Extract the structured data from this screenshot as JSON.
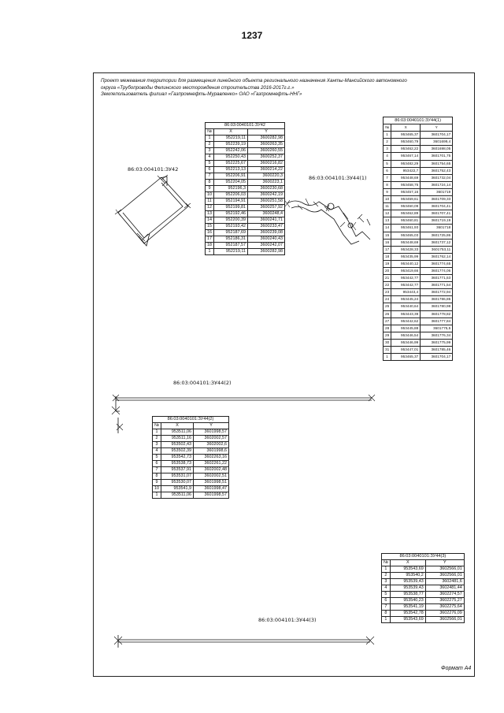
{
  "page_number": "1237",
  "header": {
    "line1": "Проект межевания территории для размещения линейного объекта регионального назначения Ханты-Мансийского автономного",
    "line2": "округа «Трубопроводы Фелинского месторождения строительства 2016-2017г.г.»",
    "line3": "Землепользователь филиал «Газпромнефть-Муравленко» ОАО «Газпромнефть-ННГ»"
  },
  "labels": {
    "zu42": "86:03:004101:ЗУ42",
    "zu44_1": "86:03:004101:ЗУ44(1)",
    "zu44_2": "86:03:004101:ЗУ44(2)",
    "zu44_3": "86:03:004101:ЗУ44(3)"
  },
  "columns": {
    "n": "№",
    "x": "X",
    "y": "Y"
  },
  "tables": {
    "zu42": {
      "title": "86:03:0040101:ЗУ42",
      "rows": [
        [
          "1",
          "952219,11",
          "3600282,98"
        ],
        [
          "2",
          "952239,19",
          "3600263,35"
        ],
        [
          "3",
          "952242,06",
          "3600260,55"
        ],
        [
          "4",
          "952250,43",
          "3600252,37"
        ],
        [
          "5",
          "952225,67",
          "3600216,82"
        ],
        [
          "6",
          "952213,13",
          "3600214,22"
        ],
        [
          "7",
          "952206,91",
          "3600220,3"
        ],
        [
          "8",
          "952204,05",
          "3600223,1"
        ],
        [
          "9",
          "952196,3",
          "3600230,68"
        ],
        [
          "10",
          "952206,03",
          "3600242,19"
        ],
        [
          "11",
          "952194,91",
          "3600251,58"
        ],
        [
          "12",
          "952199,81",
          "3600257,92"
        ],
        [
          "13",
          "952192,46",
          "3600248,4"
        ],
        [
          "14",
          "952200,39",
          "3600241,71"
        ],
        [
          "15",
          "952193,42",
          "3600233,47"
        ],
        [
          "16",
          "952187,69",
          "3600239,08"
        ],
        [
          "17",
          "952186,31",
          "3600240,43"
        ],
        [
          "18",
          "952187,57",
          "3600242,07"
        ],
        [
          "1",
          "952219,11",
          "3600282,98"
        ]
      ]
    },
    "zu44_1": {
      "title": "86:03:0040101:ЗУ44(1)",
      "rows": [
        [
          "1",
          "953465,37",
          "3601704,17"
        ],
        [
          "2",
          "953460,79",
          "3601699,4"
        ],
        [
          "3",
          "953462,22",
          "3601698,05"
        ],
        [
          "4",
          "953467,14",
          "3601701,75"
        ],
        [
          "5",
          "953482,29",
          "3601754,65"
        ],
        [
          "6",
          "953422,7",
          "3601752,43"
        ],
        [
          "7",
          "953448,69",
          "3601732,04"
        ],
        [
          "8",
          "953458,75",
          "3601724,14"
        ],
        [
          "9",
          "953457,16",
          "3601719"
        ],
        [
          "10",
          "953459,61",
          "3601709,33"
        ],
        [
          "11",
          "953460,09",
          "3601704,41"
        ],
        [
          "12",
          "953462,89",
          "3601707,41"
        ],
        [
          "13",
          "953460,81",
          "3601719,19"
        ],
        [
          "14",
          "953461,93",
          "3601718"
        ],
        [
          "15",
          "953465,03",
          "3601725,86"
        ],
        [
          "16",
          "953448,69",
          "3601737,12"
        ],
        [
          "17",
          "953428,33",
          "3601753,11"
        ],
        [
          "18",
          "953435,99",
          "3601762,14"
        ],
        [
          "19",
          "953440,12",
          "3601774,65"
        ],
        [
          "20",
          "953419,66",
          "3601774,06"
        ],
        [
          "21",
          "953442,77",
          "3601771,53"
        ],
        [
          "22",
          "953442,77",
          "3601771,54"
        ],
        [
          "23",
          "953443,4",
          "3601772,94"
        ],
        [
          "24",
          "953445,24",
          "3601786,85"
        ],
        [
          "25",
          "953440,64",
          "3601780,98"
        ],
        [
          "26",
          "953443,39",
          "3601778,82"
        ],
        [
          "27",
          "953442,62",
          "3601777,84"
        ],
        [
          "28",
          "953445,88",
          "3601775,5"
        ],
        [
          "29",
          "953446,54",
          "3601776,34"
        ],
        [
          "30",
          "953446,99",
          "3601775,99"
        ],
        [
          "31",
          "953447,01",
          "3601785,46"
        ],
        [
          "1",
          "953465,37",
          "3601704,17"
        ]
      ]
    },
    "zu44_2": {
      "title": "86:03:0040101:ЗУ44(2)",
      "rows": [
        [
          "1",
          "953511,06",
          "3601998,57"
        ],
        [
          "2",
          "953511,16",
          "3602002,57"
        ],
        [
          "3",
          "953502,43",
          "3602002,6"
        ],
        [
          "4",
          "953502,39",
          "3601998,6"
        ],
        [
          "5",
          "953542,73",
          "3602263,16"
        ],
        [
          "6",
          "953538,73",
          "3602261,22"
        ],
        [
          "7",
          "953537,91",
          "3602002,48"
        ],
        [
          "8",
          "953531,07",
          "3602002,51"
        ],
        [
          "9",
          "953530,07",
          "3601998,51"
        ],
        [
          "10",
          "953541,9",
          "3601998,47"
        ],
        [
          "1",
          "953511,06",
          "3601998,57"
        ]
      ]
    },
    "zu44_3": {
      "title": "86:03:0040101:ЗУ44(3)",
      "rows": [
        [
          "1",
          "953543,69",
          "3602566,01"
        ],
        [
          "2",
          "953540,2",
          "3602566,01"
        ],
        [
          "3",
          "953539,43",
          "3602481,6"
        ],
        [
          "4",
          "953539,43",
          "3602481,44"
        ],
        [
          "5",
          "953538,77",
          "3602274,57"
        ],
        [
          "6",
          "953540,23",
          "3602275,27"
        ],
        [
          "7",
          "953541,19",
          "3602275,64"
        ],
        [
          "8",
          "953542,78",
          "3602276,09"
        ],
        [
          "1",
          "953543,69",
          "3602566,01"
        ]
      ]
    }
  },
  "footer": "Формат А4"
}
